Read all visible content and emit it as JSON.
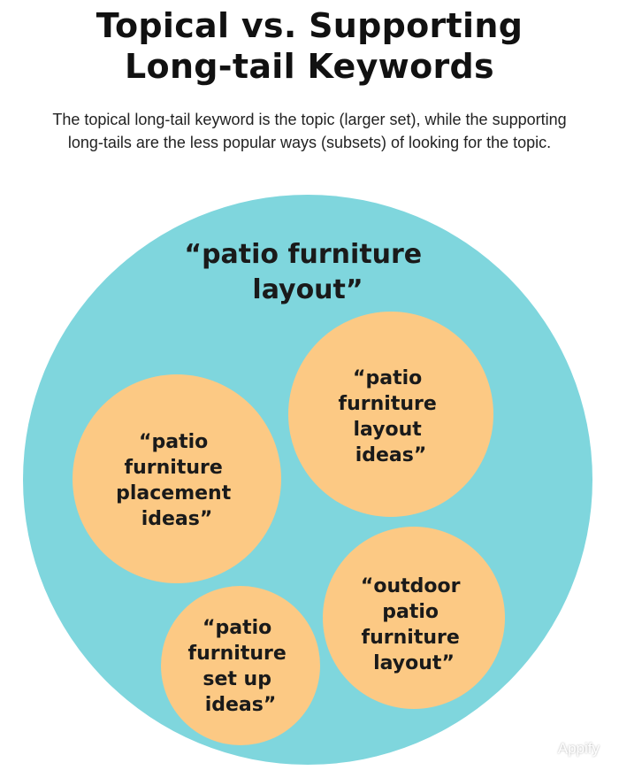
{
  "title": {
    "line1": "Topical vs. Supporting",
    "line2": "Long-tail Keywords"
  },
  "subtitle": {
    "line1": "The topical long-tail keyword is the topic (larger set), while the supporting",
    "line2": "long-tails are the less popular ways (subsets) of looking for the topic."
  },
  "colors": {
    "topic_circle": "#7fd6dd",
    "subset_circle": "#fcc984",
    "text": "#1a1a1a"
  },
  "diagram": {
    "topic": {
      "lines": [
        "“patio furniture",
        "layout”"
      ]
    },
    "subsets": [
      {
        "lines": [
          "“patio",
          "furniture",
          "placement",
          "ideas”"
        ]
      },
      {
        "lines": [
          "“patio",
          "furniture",
          "layout",
          "ideas”"
        ]
      },
      {
        "lines": [
          "“outdoor",
          "patio",
          "furniture",
          "layout”"
        ]
      },
      {
        "lines": [
          "“patio",
          "furniture",
          "set up",
          "ideas”"
        ]
      }
    ]
  },
  "watermark": {
    "label": "Appify",
    "icon": "wechat-icon"
  }
}
